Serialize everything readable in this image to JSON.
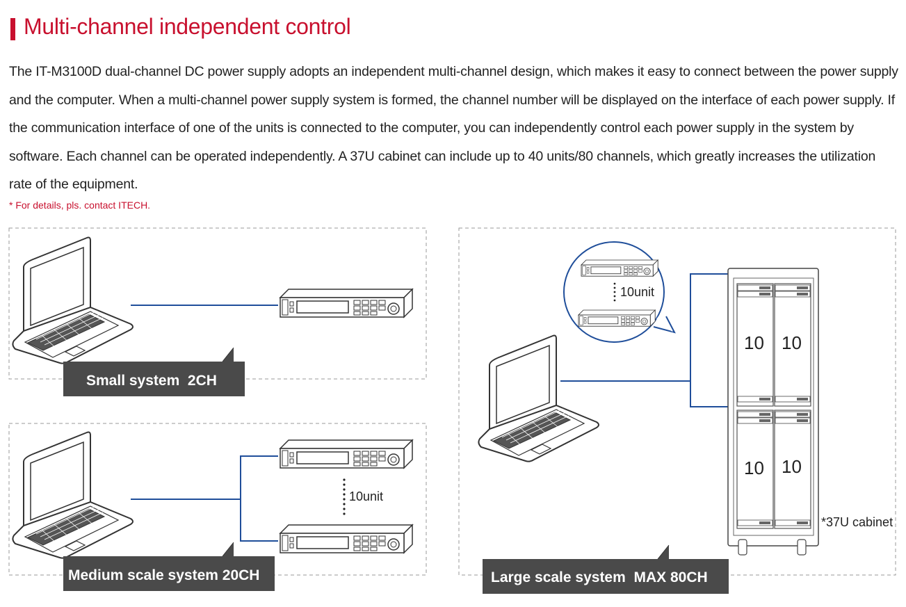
{
  "header": {
    "title": "Multi-channel independent control",
    "intro": "The IT-M3100D dual-channel DC power supply adopts an independent multi-channel design, which makes it easy to connect between the power supply and the computer. When a multi-channel power supply system is formed, the channel number will be displayed on the interface of each power supply. If the communication interface of one of the units is connected to the computer, you can independently control each power supply in the system by software. Each channel can be operated independently. A 37U cabinet can include up to 40 units/80 channels, which greatly increases the utilization rate of the equipment.",
    "note": "* For details, pls. contact ITECH."
  },
  "panels": {
    "small": {
      "label": "Small system  2CH"
    },
    "medium": {
      "label": "Medium scale system 20CH",
      "unit_label": "10unit"
    },
    "large": {
      "label": "Large scale system  MAX 80CH",
      "unit_label": "10unit",
      "cabinet_note": "*37U cabinet",
      "cells": [
        "10",
        "10",
        "10",
        "10"
      ]
    }
  },
  "colors": {
    "accent": "#c8102e",
    "line": "#1f4e9a",
    "label_bg": "#4a4a4a",
    "dashed": "#999999"
  },
  "icons": [
    "laptop-icon",
    "power-supply-icon",
    "cabinet-icon"
  ]
}
